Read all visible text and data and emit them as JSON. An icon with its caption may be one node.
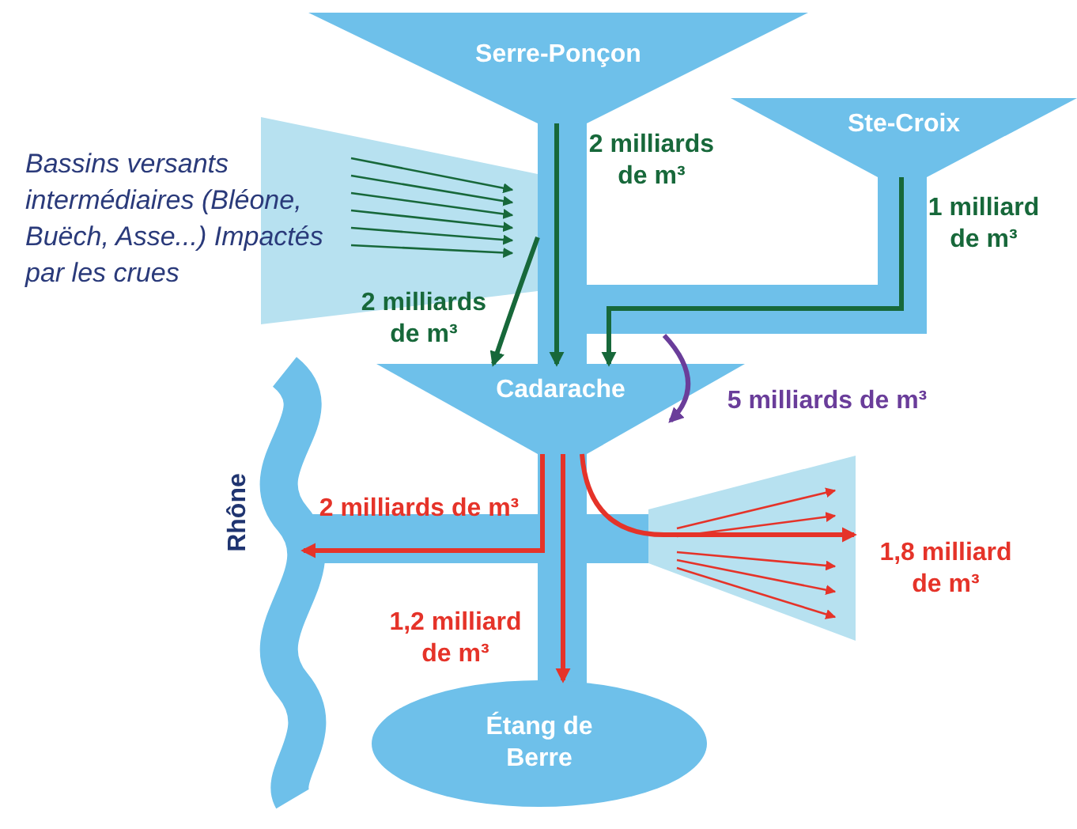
{
  "diagram": {
    "nodes": [
      {
        "text": [
          "Serre-Ponçon"
        ]
      },
      {
        "text": [
          "Ste-Croix"
        ]
      },
      {
        "text": [
          "Bassins versants intermédiaires (Bléone, Buëch, Asse...) Impactés par les crues"
        ]
      },
      {
        "text": [
          "Cadarache"
        ]
      },
      {
        "text": [
          "Rhône"
        ]
      },
      {
        "text": [],
        "shape": "trapezoid"
      },
      {
        "text": [
          "Étang de Berre"
        ]
      }
    ],
    "edges": [
      {
        "from": 0,
        "to": 3,
        "arrow": "to",
        "label": "2 milliards de m³",
        "color": "#17683a"
      },
      {
        "from": 1,
        "to": 3,
        "arrow": "to",
        "label": "1 milliard de m³",
        "color": "#17683a"
      },
      {
        "from": 2,
        "to": 3,
        "arrow": "to",
        "label": "2 milliards de m³",
        "color": "#17683a"
      },
      {
        "from": null,
        "to": 3,
        "arrow": "to",
        "label": "5 milliards de m³",
        "color": "#6a3d9a"
      },
      {
        "from": 3,
        "to": 4,
        "arrow": "to",
        "label": "2 milliards de m³",
        "color": "#e53329"
      },
      {
        "from": 3,
        "to": 5,
        "arrow": "to",
        "label": "1,8 milliard de m³",
        "color": "#e53329"
      },
      {
        "from": 3,
        "to": 6,
        "arrow": "to",
        "label": "1,2 milliard de m³",
        "color": "#e53329"
      }
    ]
  }
}
